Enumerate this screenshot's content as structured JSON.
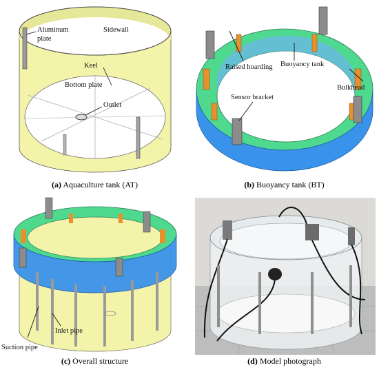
{
  "panel_a": {
    "labels": {
      "aluminum_1": "Aluminum",
      "aluminum_2": "plate",
      "sidewall": "Sidewall",
      "keel": "Keel",
      "bottom_plate": "Bottom plate",
      "outlet": "Outlet"
    },
    "caption_letter": "(a)",
    "caption_text": " Aquaculture tank (AT)"
  },
  "panel_b": {
    "labels": {
      "raised_hoarding": "Raised hoarding",
      "buoyancy_tank": "Buoyancy tank",
      "bulkhead": "Bulkhead",
      "sensor_bracket": "Sensor bracket"
    },
    "caption_letter": "(b)",
    "caption_text": " Buoyancy tank (BT)"
  },
  "panel_c": {
    "labels": {
      "suction_pipe": "Suction pipe",
      "inlet_pipe": "Inlet pipe"
    },
    "caption_letter": "(c)",
    "caption_text": " Overall structure"
  },
  "panel_d": {
    "caption_letter": "(d)",
    "caption_text": " Model photograph"
  },
  "colors": {
    "tank_yellow": "#f1f1a4",
    "ring_green": "#48d68a",
    "ring_blue": "#2f8fe8",
    "bulkhead_orange": "#e8902c",
    "bracket_gray": "#8c8c8c"
  }
}
